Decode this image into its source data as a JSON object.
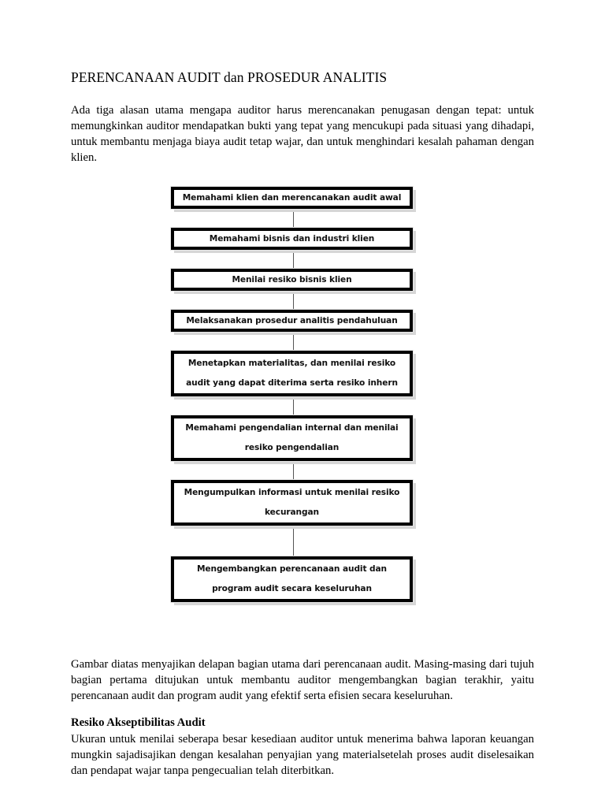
{
  "document": {
    "title": "PERENCANAAN AUDIT dan PROSEDUR ANALITIS",
    "intro_paragraph": "Ada tiga alasan  utama mengapa auditor harus merencanakan penugasan dengan tepat: untuk memungkinkan auditor mendapatkan bukti yang tepat yang mencukupi pada situasi yang dihadapi, untuk membantu menjaga biaya audit tetap wajar, dan untuk menghindari kesalah pahaman dengan klien.",
    "closing_paragraph": "Gambar diatas menyajikan delapan bagian utama dari perencanaan audit. Masing-masing dari tujuh bagian pertama ditujukan untuk membantu auditor mengembangkan bagian terakhir, yaitu perencanaan audit dan program audit yang efektif serta efisien secara keseluruhan.",
    "section_heading": "Resiko Akseptibilitas Audit",
    "section_paragraph": "Ukuran untuk menilai seberapa besar kesediaan auditor untuk menerima bahwa laporan keuangan mungkin sajadisajikan dengan kesalahan penyajian yang materialsetelah proses audit diselesaikan dan pendapat wajar tanpa pengecualian telah diterbitkan."
  },
  "flowchart": {
    "orientation": "vertical-top-down",
    "connector": "plain-line-no-arrowhead",
    "box_border_color": "#000000",
    "box_fill_color": "#ffffff",
    "box_shadow_color": "#d6d6d6",
    "nodes": [
      {
        "id": "node-1",
        "lines": [
          "Memahami klien dan merencanakan audit awal"
        ],
        "gap_after": "normal"
      },
      {
        "id": "node-2",
        "lines": [
          "Memahami bisnis dan industri klien"
        ],
        "gap_after": "normal"
      },
      {
        "id": "node-3",
        "lines": [
          "Menilai resiko bisnis klien"
        ],
        "gap_after": "normal"
      },
      {
        "id": "node-4",
        "lines": [
          "Melaksanakan prosedur analitis pendahuluan"
        ],
        "gap_after": "normal"
      },
      {
        "id": "node-5",
        "lines": [
          "Menetapkan materialitas, dan menilai  resiko",
          "audit yang dapat diterima serta resiko inhern"
        ],
        "gap_after": "normal"
      },
      {
        "id": "node-6",
        "lines": [
          "Memahami pengendalian internal dan menilai",
          "resiko  pengendalian"
        ],
        "gap_after": "normal"
      },
      {
        "id": "node-7",
        "lines": [
          "Mengumpulkan informasi untuk menilai resiko",
          "kecurangan"
        ],
        "gap_after": "tall"
      },
      {
        "id": "node-8",
        "lines": [
          "Mengembangkan perencanaan audit dan",
          "program audit secara keseluruhan"
        ],
        "gap_after": "none"
      }
    ]
  }
}
